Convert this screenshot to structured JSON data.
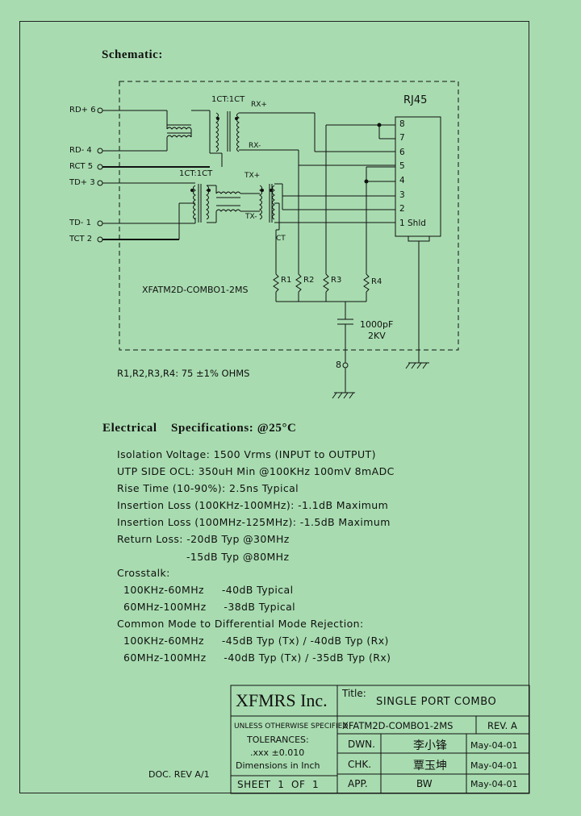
{
  "schematic_heading": "Schematic:",
  "rj45_label": "RJ45",
  "ratio_top": "1CT:1CT",
  "ratio_bottom": "1CT:1CT",
  "pins": {
    "rd_plus": "RD+ 6",
    "rd_minus": "RD- 4",
    "rct": "RCT 5",
    "td_plus": "TD+ 3",
    "td_minus": "TD- 1",
    "tct": "TCT 2"
  },
  "signal_labels": {
    "rx_plus": "RX+",
    "rx_minus": "RX-",
    "tx_plus": "TX+",
    "tx_minus": "TX-",
    "ct": "CT"
  },
  "rj45_pins": [
    "8",
    "7",
    "6",
    "5",
    "4",
    "3",
    "2",
    "1 Shld"
  ],
  "part_name": "XFATM2D-COMBO1-2MS",
  "resistors": [
    "R1",
    "R2",
    "R3",
    "R4"
  ],
  "capacitor_value": "1000pF",
  "capacitor_voltage": "2KV",
  "ground_pin": "8",
  "resistor_note": "R1,R2,R3,R4: 75 ±1% OHMS",
  "electrical": {
    "heading": "Electrical    Specifications: @25°C",
    "lines": [
      "Isolation Voltage:  1500 Vrms (INPUT to OUTPUT)",
      "UTP SIDE OCL: 350uH Min @100KHz 100mV 8mADC",
      "Rise Time (10-90%): 2.5ns Typical",
      "Insertion Loss (100KHz-100MHz): -1.1dB Maximum",
      "Insertion Loss (100MHz-125MHz): -1.5dB Maximum",
      "Return Loss: -20dB Typ @30MHz",
      "-15dB Typ @80MHz",
      "Crosstalk:",
      "100KHz-60MHz     -40dB Typical",
      "60MHz-100MHz     -38dB Typical",
      "Common Mode to Differential Mode Rejection:",
      "100KHz-60MHz     -45dB Typ (Tx) / -40dB Typ (Rx)",
      "60MHz-100MHz     -40dB Typ (Tx) / -35dB Typ (Rx)"
    ]
  },
  "title_block": {
    "company": "XFMRS Inc.",
    "title_label": "Title:",
    "title": "SINGLE PORT COMBO",
    "part_number": "XFATM2D-COMBO1-2MS",
    "rev": "REV. A",
    "unless": "UNLESS OTHERWISE SPECIFIED",
    "tolerances": "TOLERANCES:",
    "tol_value": ".xxx ±0.010",
    "dimensions": "Dimensions in Inch",
    "sheet": "SHEET  1  OF  1",
    "doc_rev": "DOC. REV A/1",
    "rows": [
      {
        "label": "DWN.",
        "name": "李小锋",
        "date": "May-04-01"
      },
      {
        "label": "CHK.",
        "name": "覃玉坤",
        "date": "May-04-01"
      },
      {
        "label": "APP.",
        "name": "BW",
        "date": "May-04-01"
      }
    ]
  }
}
